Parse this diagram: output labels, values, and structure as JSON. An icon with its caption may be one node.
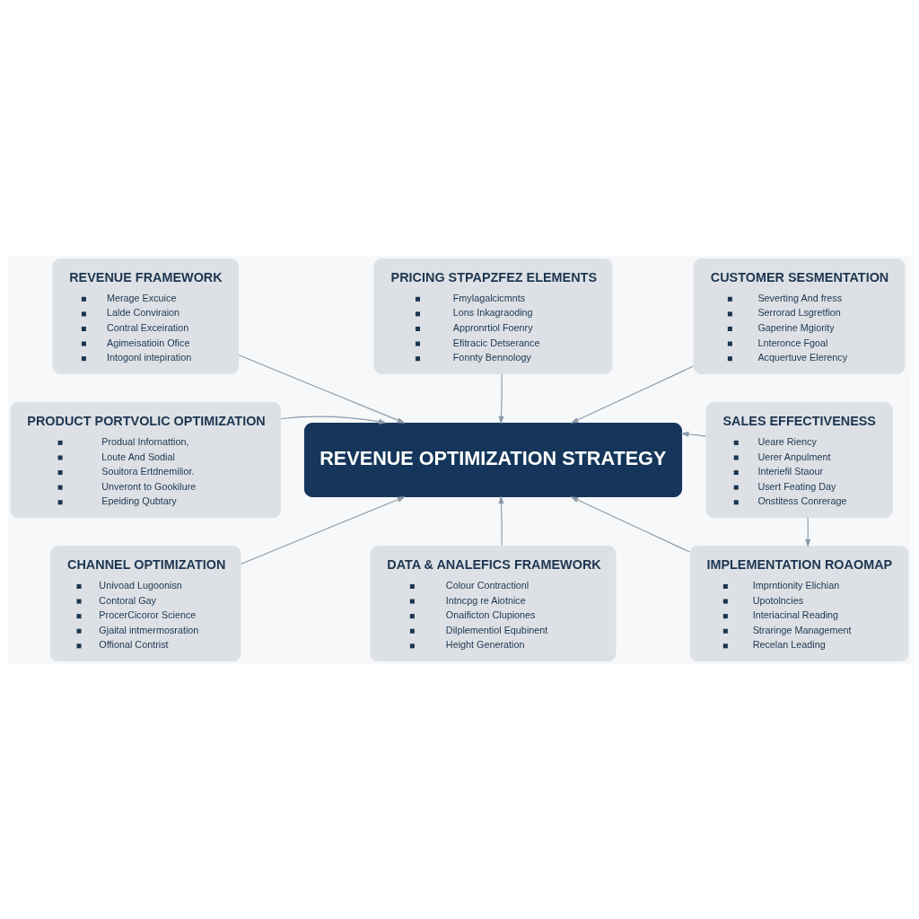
{
  "diagram": {
    "nodes": [
      {
        "text": [
          "REVENUE OPTIMIZATION STRATEGY"
        ]
      },
      {
        "text": [
          "REVENUE FRAMEWORK",
          "Merage Excuice",
          "Lalde Conviraion",
          "Contral Exceiration",
          "Agimeisatioin Ofice",
          "Intogonl intepiration"
        ]
      },
      {
        "text": [
          "PRICING STPAPZFEZ ELEMENTS",
          "Fmylagalcicmnts",
          "Lons Inkagraoding",
          "Appronrtiol Foenry",
          "Efitracic Detserance",
          "Fonnty Bennology"
        ]
      },
      {
        "text": [
          "CUSTOMER SESMENTATION",
          "Severting And fress",
          "Serrorad Lsgretfion",
          "Gaperine Mgiority",
          "Lnteronce Fgoal",
          "Acquertuve Elerency"
        ]
      },
      {
        "text": [
          "PRODUCT PORTVOLIC OPTIMIZATION",
          "Produal Infornattion,",
          "Loute And Sodial",
          "Souitora Ertdnemilior.",
          "Unveront to Gookilure",
          "Epeiding Qubtary"
        ]
      },
      {
        "text": [
          "SALES EFFECTIVENESS",
          "Ueare Riency",
          "Uerer Anpulment",
          "Interiefil Staour",
          "Usert Feating Day",
          "Onstitess Conrerage"
        ]
      },
      {
        "text": [
          "CHANNEL OPTIMIZATION",
          "Univoad Lugoonisn",
          "Contoral Gay",
          "ProcerCicoror Science",
          "Gjaital intmermosration",
          "Offional Contrist"
        ]
      },
      {
        "text": [
          "DATA & ANALEFICS FRAMEWORK",
          "Colour Contractionl",
          "Intncpg re Aiotnice",
          "Onaificton Clupiones",
          "Dilplementiol Equbinent",
          "Height Generation"
        ]
      },
      {
        "text": [
          "IMPLEMENTATION ROAOMAP",
          "Imprntionity Elichian",
          "Upotolncies",
          "Interiacinal Reading",
          "Straringe Management",
          "Recelan Leading"
        ]
      }
    ],
    "edges": [
      {
        "from": 1,
        "to": 0,
        "arrow": "to"
      },
      {
        "from": 2,
        "to": 0,
        "arrow": "to"
      },
      {
        "from": 3,
        "to": 0,
        "arrow": "to"
      },
      {
        "from": 4,
        "to": 0,
        "arrow": "to"
      },
      {
        "from": 5,
        "to": 0,
        "arrow": "to"
      },
      {
        "from": 6,
        "to": 0,
        "arrow": "to"
      },
      {
        "from": 7,
        "to": 0,
        "arrow": "to"
      },
      {
        "from": 8,
        "to": 0,
        "arrow": "to"
      },
      {
        "from": 5,
        "to": 8,
        "arrow": "to"
      }
    ]
  }
}
